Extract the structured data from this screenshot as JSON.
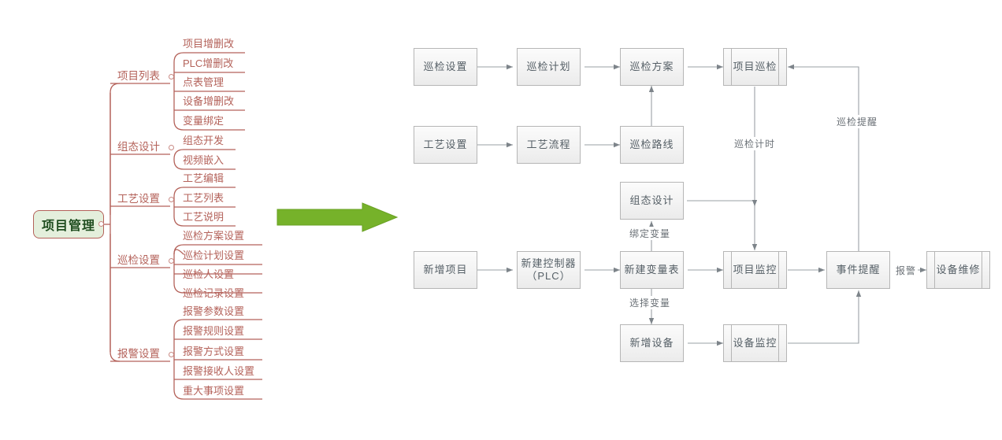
{
  "colors": {
    "mindmap_line": "#b4625a",
    "mindmap_text": "#b4625a",
    "root_fill": "#e4efdc",
    "root_text": "#1f4d1f",
    "arrow_green": "#76b22a",
    "flow_border": "#b6b6b6",
    "flow_text": "#555f66",
    "flow_line": "#9aa0a6"
  },
  "mindmap": {
    "root": {
      "label": "项目管理"
    },
    "branches": [
      {
        "label": "项目列表",
        "children": [
          {
            "label": "项目增删改"
          },
          {
            "label": "PLC增删改"
          },
          {
            "label": "点表管理"
          },
          {
            "label": "设备增删改"
          },
          {
            "label": "变量绑定"
          }
        ]
      },
      {
        "label": "组态设计",
        "children": [
          {
            "label": "组态开发"
          },
          {
            "label": "视频嵌入"
          }
        ]
      },
      {
        "label": "工艺设置",
        "children": [
          {
            "label": "工艺编辑"
          },
          {
            "label": "工艺列表"
          },
          {
            "label": "工艺说明"
          }
        ]
      },
      {
        "label": "巡检设置",
        "children": [
          {
            "label": "巡检方案设置"
          },
          {
            "label": "巡检计划设置"
          },
          {
            "label": "巡检人设置"
          },
          {
            "label": "巡检记录设置"
          }
        ]
      },
      {
        "label": "报警设置",
        "children": [
          {
            "label": "报警参数设置"
          },
          {
            "label": "报警规则设置"
          },
          {
            "label": "报警方式设置"
          },
          {
            "label": "报警接收人设置"
          },
          {
            "label": "重大事项设置"
          }
        ]
      }
    ]
  },
  "flowchart": {
    "nodes": [
      {
        "id": "xjsz",
        "label": "巡检设置",
        "shape": "process"
      },
      {
        "id": "xjjh",
        "label": "巡检计划",
        "shape": "process"
      },
      {
        "id": "xjfa",
        "label": "巡检方案",
        "shape": "process"
      },
      {
        "id": "xmxj",
        "label": "项目巡检",
        "shape": "predefined"
      },
      {
        "id": "gysz",
        "label": "工艺设置",
        "shape": "process"
      },
      {
        "id": "gylc",
        "label": "工艺流程",
        "shape": "process"
      },
      {
        "id": "xjlx",
        "label": "巡检路线",
        "shape": "process"
      },
      {
        "id": "ztsj",
        "label": "组态设计",
        "shape": "process"
      },
      {
        "id": "xzxm",
        "label": "新增项目",
        "shape": "process"
      },
      {
        "id": "xjkzq",
        "label": "新建控制器\n（PLC）",
        "shape": "process"
      },
      {
        "id": "xjblb",
        "label": "新建变量表",
        "shape": "process"
      },
      {
        "id": "xmjk",
        "label": "项目监控",
        "shape": "predefined"
      },
      {
        "id": "sjtx",
        "label": "事件提醒",
        "shape": "process"
      },
      {
        "id": "sbwx",
        "label": "设备维修",
        "shape": "predefined"
      },
      {
        "id": "xzsb",
        "label": "新增设备",
        "shape": "process"
      },
      {
        "id": "sbjk",
        "label": "设备监控",
        "shape": "predefined"
      }
    ],
    "edge_labels": [
      {
        "id": "xjjs",
        "label": "巡检计时"
      },
      {
        "id": "xjtx",
        "label": "巡检提醒"
      },
      {
        "id": "bdbl",
        "label": "绑定变量"
      },
      {
        "id": "xzbl",
        "label": "选择变量"
      },
      {
        "id": "bj",
        "label": "报警"
      }
    ]
  }
}
